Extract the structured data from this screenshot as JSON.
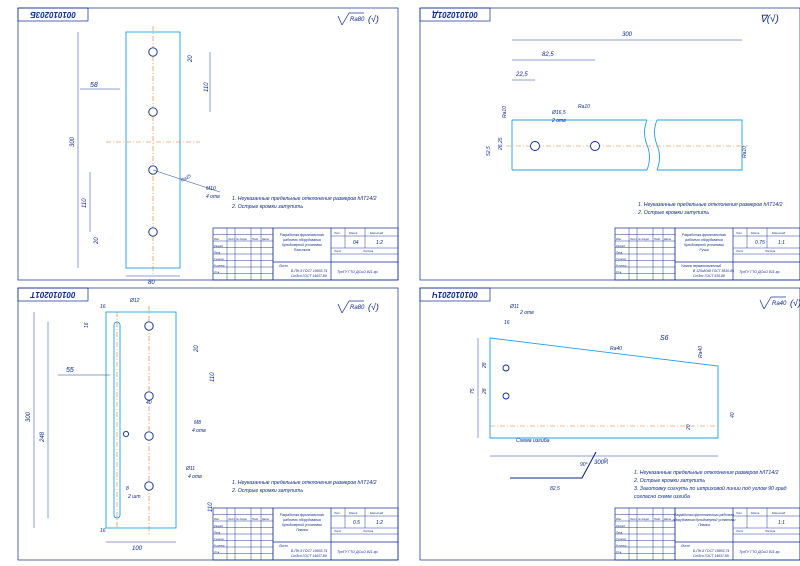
{
  "sheets": [
    {
      "code": "001010203Б",
      "roughness": "Ra80",
      "dims": [
        "58",
        "20",
        "110",
        "300",
        "110",
        "20",
        "80",
        "Ra25",
        "М10",
        "4 отв"
      ],
      "notes": [
        "1. Неуказанные предельные отклонения размеров h/IT14/2",
        "2. Острые кромки затупить"
      ],
      "title": [
        "Разработка фронтального",
        "рабочего оборудования",
        "бульдозерной установки",
        "Пластина"
      ],
      "material": [
        "Лист",
        "Б-ПН-5 ГОСТ 19903-74",
        "Ст3сп ГОСТ 14637-89"
      ],
      "mass": "0.4",
      "scale": "1:2",
      "org": "ТулГУ ГТО ДСиО 811 гр.",
      "vals": [
        "04",
        "1:2"
      ]
    },
    {
      "code": "001010201Д",
      "roughness": "",
      "dims": [
        "300",
        "82,5",
        "22,5",
        "Ra10",
        "Ø16,5",
        "2 отв",
        "Ra10",
        "26,25",
        "52,5",
        "Ra10"
      ],
      "notes": [
        "1. Неуказанные предельные отклонения размеров h/IT14/2",
        "2. Острые кромки затупить"
      ],
      "title": [
        "Разработка фронтального",
        "рабочего оборудования",
        "бульдозерной установки",
        "Ручка"
      ],
      "material": [
        "Уголок неравнополочный",
        "В 125х80х8 ГОСТ 8510-86",
        "Ст3пс ГОСТ 535-88"
      ],
      "mass": "",
      "scale": "",
      "org": "ТулГУ ГТО ДСиО 811 гр.",
      "vals": [
        "0.75",
        "1:1"
      ]
    },
    {
      "code": "001010201Т",
      "roughness": "Ra80",
      "dims": [
        "16",
        "Ø12",
        "16",
        "20",
        "110",
        "55",
        "300",
        "248",
        "40",
        "М8",
        "4 отв",
        "Ø11",
        "4 отв",
        "8",
        "2 шт",
        "16",
        "100",
        "16",
        "110"
      ],
      "notes": [
        "1. Неуказанные предельные отклонения размеров h/IT14/2",
        "2. Острые кромки затупить"
      ],
      "title": [
        "Разработка фронтального",
        "рабочего оборудования",
        "бульдозерной установки",
        "Планка"
      ],
      "material": [
        "Лист",
        "Б-ПН-5 ГОСТ 19903-74",
        "Ст3сп ГОСТ 14637-89"
      ],
      "mass": "",
      "scale": "",
      "org": "ТулГУ ГТО ДСиО 811 гр.",
      "vals": [
        "0.5",
        "1:2"
      ]
    },
    {
      "code": "001010201Ч",
      "roughness": "Ra40",
      "dims": [
        "16",
        "Ø11",
        "2 отв",
        "28",
        "28",
        "75",
        "Ra40",
        "S6",
        "Ra40",
        "20",
        "40",
        "300"
      ],
      "notes": [
        "1. Неуказанные предельные отклонения размеров h/IT14/2",
        "2. Острые кромки затупить",
        "3. Заготовку согнуть по штриховой линии под углом 90 град",
        "согласно схеме изгиба"
      ],
      "title": [
        "Разработка фронтального рабочего",
        "оборудования бульдозерной установки",
        "Планка"
      ],
      "material": [
        "Лист",
        "Б-ПН-6 ГОСТ 19903-74",
        "Ст3сп ГОСТ 14637-89"
      ],
      "mass": "",
      "scale": "",
      "org": "ТулГУ ГТО ДСиО 811 гр.",
      "vals": [
        "",
        "1:1"
      ],
      "bend": {
        "caption": "Схема изгиба",
        "dims": [
          "90°",
          "30",
          "82,5"
        ]
      }
    }
  ],
  "stamp": {
    "lit": "Лит.",
    "mass": "Масса",
    "scale": "Масштаб",
    "sheet": "Лист",
    "sheets": "Листов",
    "rows": [
      "Изм.",
      "Лист",
      "№ докум.",
      "Подп.",
      "Дата"
    ],
    "roles": [
      "Разраб.",
      "Пров.",
      "Т.контр.",
      "Н.контр.",
      "Утв."
    ]
  }
}
